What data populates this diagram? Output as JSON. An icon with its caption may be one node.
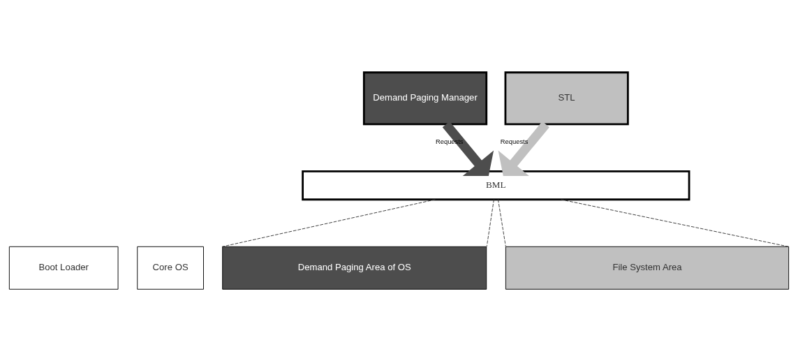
{
  "diagram": {
    "nodes": [
      {
        "text": [
          "Demand Paging Manager"
        ]
      },
      {
        "text": [
          "STL"
        ]
      },
      {
        "text": [
          "BML"
        ]
      },
      {
        "text": [
          "Boot Loader"
        ]
      },
      {
        "text": [
          "Core OS"
        ]
      },
      {
        "text": [
          "Demand Paging Area of OS"
        ]
      },
      {
        "text": [
          "File System Area"
        ]
      }
    ],
    "edges": [
      {
        "from": 0,
        "to": 2,
        "arrow": "to",
        "label": "Requests",
        "style": "thick",
        "color": "#4d4d4d"
      },
      {
        "from": 1,
        "to": 2,
        "arrow": "to",
        "label": "Requests",
        "style": "thick",
        "color": "#c0c0c0"
      },
      {
        "from": 2,
        "to": 5,
        "arrow": "none",
        "style": "dashed"
      },
      {
        "from": 2,
        "to": 5,
        "arrow": "none",
        "style": "dashed"
      },
      {
        "from": 2,
        "to": 6,
        "arrow": "none",
        "style": "dashed"
      },
      {
        "from": 2,
        "to": 6,
        "arrow": "none",
        "style": "dashed"
      }
    ]
  }
}
